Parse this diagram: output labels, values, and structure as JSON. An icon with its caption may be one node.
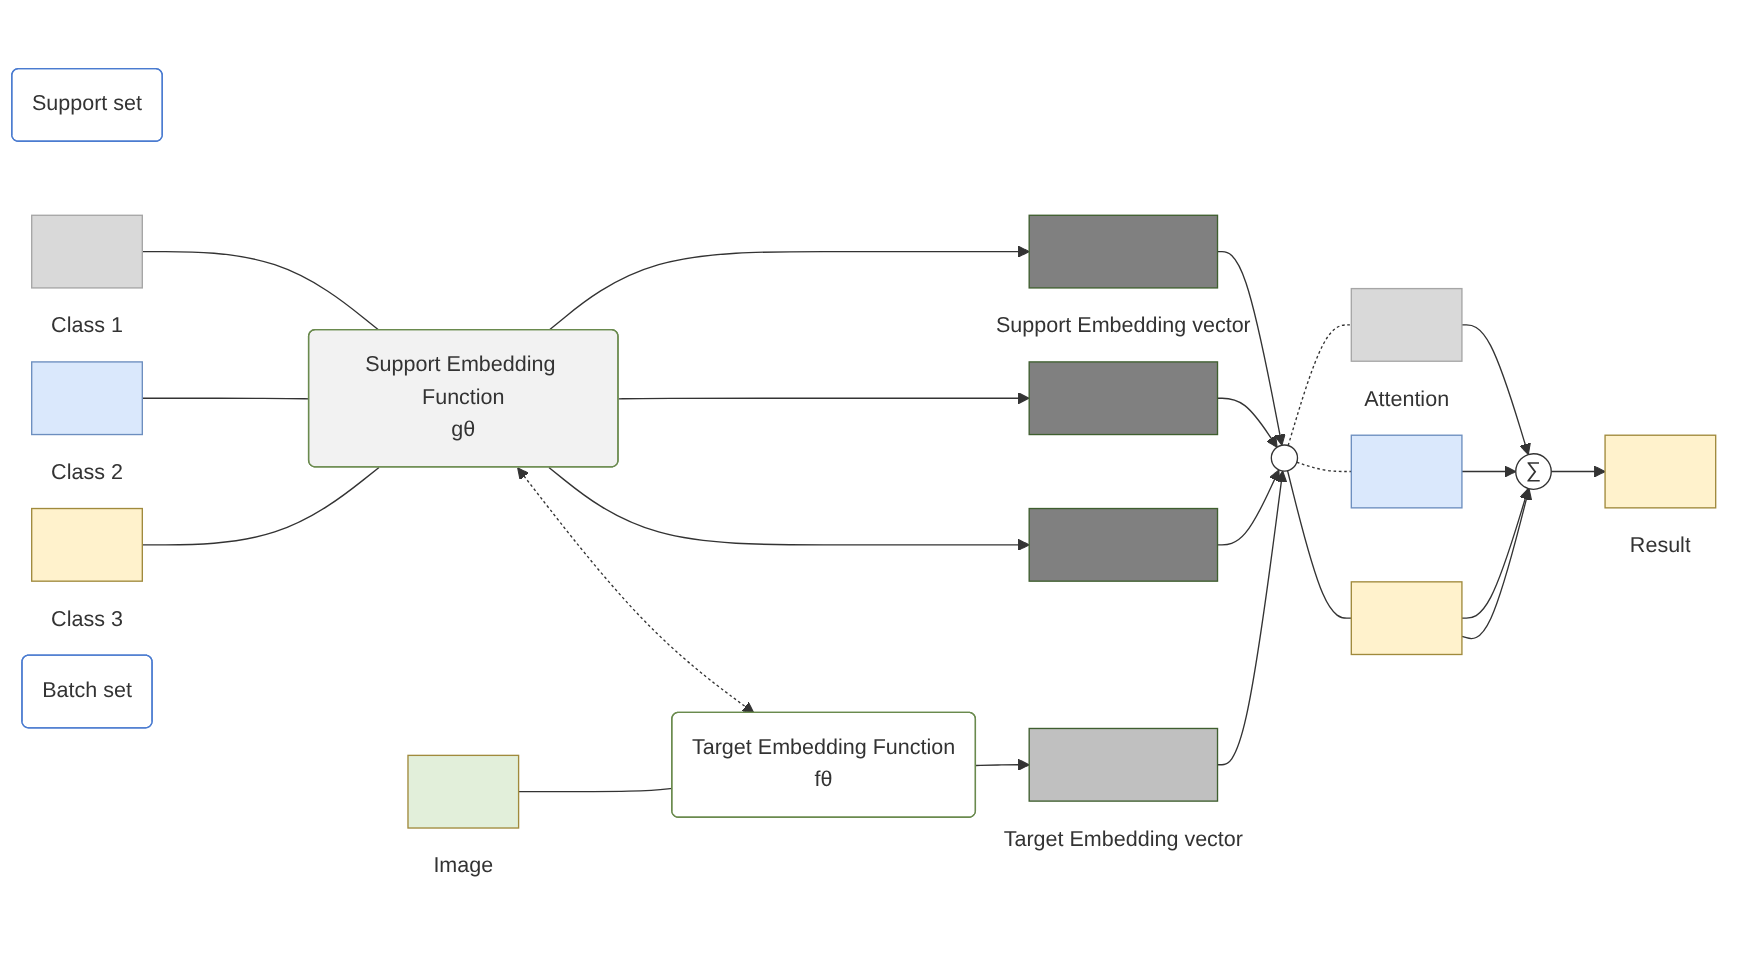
{
  "diagram": {
    "nodes": [
      {
        "text": [
          "Support set"
        ]
      },
      {
        "text": [],
        "shape": "box",
        "beside": [
          "Class 1"
        ]
      },
      {
        "text": [],
        "shape": "box",
        "beside": [
          "Class 2"
        ]
      },
      {
        "text": [],
        "shape": "box",
        "beside": [
          "Class 3"
        ]
      },
      {
        "text": [
          "Support Embedding Function",
          "gθ"
        ]
      },
      {
        "text": [],
        "shape": "bar",
        "beside": [
          "Support Embedding vector"
        ]
      },
      {
        "text": [],
        "shape": "bar"
      },
      {
        "text": [],
        "shape": "bar"
      },
      {
        "text": [],
        "shape": "circle"
      },
      {
        "text": [],
        "shape": "bar",
        "beside": [
          "Target Embedding vector"
        ]
      },
      {
        "text": [
          "Target Embedding Function",
          "fθ"
        ]
      },
      {
        "text": [],
        "shape": "box",
        "beside": [
          "Image"
        ]
      },
      {
        "text": [
          "Batch set"
        ]
      },
      {
        "text": [],
        "shape": "box",
        "beside": [
          "Attention"
        ]
      },
      {
        "text": [],
        "shape": "box"
      },
      {
        "text": [],
        "shape": "box"
      },
      {
        "text": [
          "∑"
        ]
      },
      {
        "text": [],
        "shape": "box",
        "beside": [
          "Result"
        ]
      }
    ],
    "edges": [
      {
        "from": 1,
        "to": 4,
        "arrow": "none"
      },
      {
        "from": 2,
        "to": 4,
        "arrow": "none"
      },
      {
        "from": 3,
        "to": 4,
        "arrow": "none"
      },
      {
        "from": 4,
        "to": 5,
        "arrow": "to"
      },
      {
        "from": 4,
        "to": 6,
        "arrow": "to"
      },
      {
        "from": 4,
        "to": 7,
        "arrow": "to"
      },
      {
        "from": 5,
        "to": 8,
        "arrow": "to"
      },
      {
        "from": 6,
        "to": 8,
        "arrow": "to"
      },
      {
        "from": 7,
        "to": 8,
        "arrow": "to"
      },
      {
        "from": 9,
        "to": 8,
        "arrow": "to"
      },
      {
        "from": 10,
        "to": 9,
        "arrow": "to"
      },
      {
        "from": 11,
        "to": 10,
        "arrow": "none"
      },
      {
        "from": 4,
        "to": 10,
        "arrow": "both",
        "style": "dashed"
      },
      {
        "from": 8,
        "to": 13,
        "arrow": "none",
        "style": "dashed"
      },
      {
        "from": 8,
        "to": 14,
        "arrow": "none",
        "style": "dashed"
      },
      {
        "from": 8,
        "to": 15,
        "arrow": "none"
      },
      {
        "from": 13,
        "to": 16,
        "arrow": "to"
      },
      {
        "from": 14,
        "to": 16,
        "arrow": "to"
      },
      {
        "from": 15,
        "to": 16,
        "arrow": "to"
      },
      {
        "from": 15,
        "to": 16,
        "arrow": "to"
      },
      {
        "from": 16,
        "to": 17,
        "arrow": "to"
      }
    ]
  }
}
